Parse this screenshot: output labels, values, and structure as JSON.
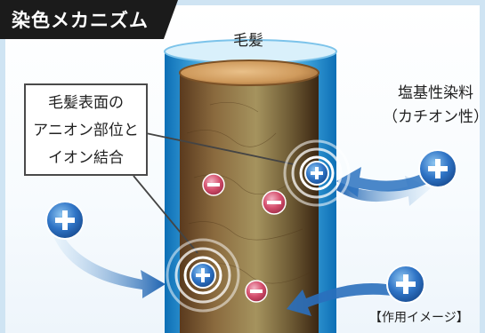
{
  "title": "染色メカニズム",
  "labels": {
    "hair": "毛髪",
    "dye_line1": "塩基性染料",
    "dye_line2": "（カチオン性）",
    "callout_line1": "毛髪表面の",
    "callout_line2": "アニオン部位と",
    "callout_line3": "イオン結合",
    "note": "【作用イメージ】"
  },
  "icons": {
    "plus": "plus-ion-icon",
    "minus": "minus-ion-icon"
  },
  "colors": {
    "cation_blue": "#2f74c6",
    "anion_pink": "#d54f6d",
    "title_bg": "#1b1b1b",
    "arrow_blue": "#1d62b0"
  }
}
